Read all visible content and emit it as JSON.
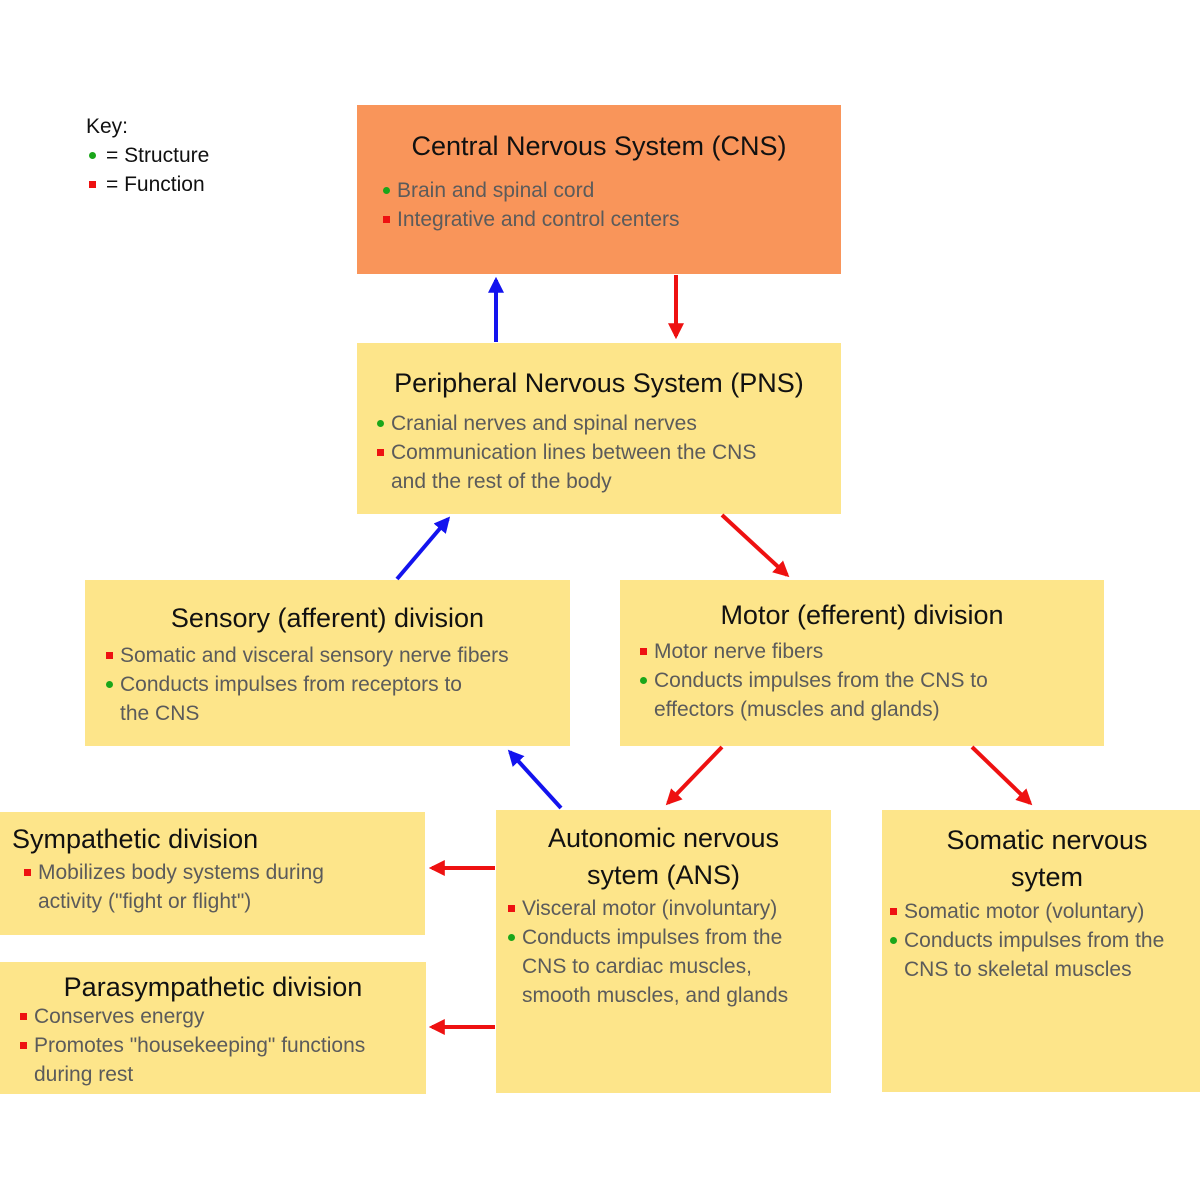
{
  "key": {
    "heading": "Key:",
    "entries": [
      {
        "marker": "structure",
        "text": "= Structure"
      },
      {
        "marker": "function",
        "text": "= Function"
      }
    ]
  },
  "colors": {
    "structure": "#1aa61a",
    "function": "#ee1111",
    "afferent_arrow": "#1313ee",
    "efferent_arrow": "#ee1111",
    "cns_fill": "#f9955a",
    "box_fill": "#fde58a"
  },
  "nodes": {
    "cns": {
      "title": "Central Nervous System (CNS)",
      "items": [
        {
          "marker": "structure",
          "text": "Brain and spinal cord"
        },
        {
          "marker": "function",
          "text": "Integrative and control centers"
        }
      ]
    },
    "pns": {
      "title": "Peripheral Nervous System (PNS)",
      "items": [
        {
          "marker": "structure",
          "text": "Cranial nerves and spinal nerves"
        },
        {
          "marker": "function",
          "text": "Communication lines between the CNS",
          "cont": "and the rest of the body"
        }
      ]
    },
    "sensory": {
      "title": "Sensory (afferent) division",
      "items": [
        {
          "marker": "function",
          "text": "Somatic and visceral sensory nerve fibers"
        },
        {
          "marker": "structure",
          "text": "Conducts impulses from receptors to",
          "cont": "the CNS"
        }
      ]
    },
    "motor": {
      "title": "Motor (efferent) division",
      "items": [
        {
          "marker": "function",
          "text": "Motor nerve fibers"
        },
        {
          "marker": "structure",
          "text": "Conducts impulses from the CNS to",
          "cont": "effectors (muscles and glands)"
        }
      ]
    },
    "sympathetic": {
      "title": "Sympathetic division",
      "items": [
        {
          "marker": "function",
          "text": "Mobilizes body systems during",
          "cont": "activity (\"fight or flight\")"
        }
      ]
    },
    "parasympathetic": {
      "title": "Parasympathetic division",
      "items": [
        {
          "marker": "function",
          "text": "Conserves energy"
        },
        {
          "marker": "function",
          "text": "Promotes \"housekeeping\" functions",
          "cont": "during rest"
        }
      ]
    },
    "ans": {
      "title_line1": "Autonomic nervous",
      "title_line2": "sytem (ANS)",
      "items": [
        {
          "marker": "function",
          "text": "Visceral motor (involuntary)"
        },
        {
          "marker": "structure",
          "text": "Conducts impulses from the",
          "cont": "CNS to cardiac muscles,",
          "cont2": "smooth muscles, and glands"
        }
      ]
    },
    "somatic": {
      "title_line1": "Somatic nervous",
      "title_line2": "sytem",
      "items": [
        {
          "marker": "function",
          "text": "Somatic motor (voluntary)"
        },
        {
          "marker": "structure",
          "text": "Conducts impulses from the",
          "cont": "CNS to skeletal muscles"
        }
      ]
    }
  },
  "edges": [
    {
      "from": "pns",
      "to": "cns",
      "kind": "afferent"
    },
    {
      "from": "cns",
      "to": "pns",
      "kind": "efferent"
    },
    {
      "from": "sensory",
      "to": "pns",
      "kind": "afferent"
    },
    {
      "from": "pns",
      "to": "motor",
      "kind": "efferent"
    },
    {
      "from": "ans",
      "to": "sensory",
      "kind": "afferent"
    },
    {
      "from": "motor",
      "to": "ans",
      "kind": "efferent"
    },
    {
      "from": "motor",
      "to": "somatic",
      "kind": "efferent"
    },
    {
      "from": "ans",
      "to": "sympathetic",
      "kind": "efferent"
    },
    {
      "from": "ans",
      "to": "parasympathetic",
      "kind": "efferent"
    }
  ]
}
